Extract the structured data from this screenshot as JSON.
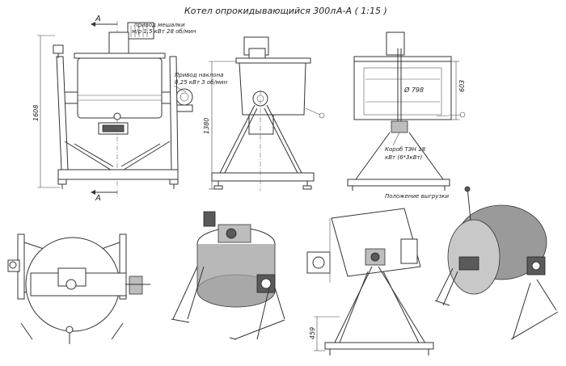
{
  "title": "Котел опрокидывающийся 300л",
  "section_label": "А-А ( 1:15 )",
  "section_mark": "А",
  "annotations": {
    "mixer_drive": "привод мешалки",
    "mixer_drive_spec": "м/р 1,5 кВт 28 об/мин",
    "tilt_drive": "Привод наклона",
    "tilt_drive_spec": "0,25 кВт 3 об/мин",
    "heater_box": "Короб ТЭН 18",
    "heater_box_spec": "кВт (6*3кВт)",
    "unload_position": "Положение выгрузки"
  },
  "dimensions": {
    "overall_height": "1608",
    "axis_height": "1380",
    "diameter": "Ø 798",
    "depth": "603",
    "low_height": "459"
  }
}
